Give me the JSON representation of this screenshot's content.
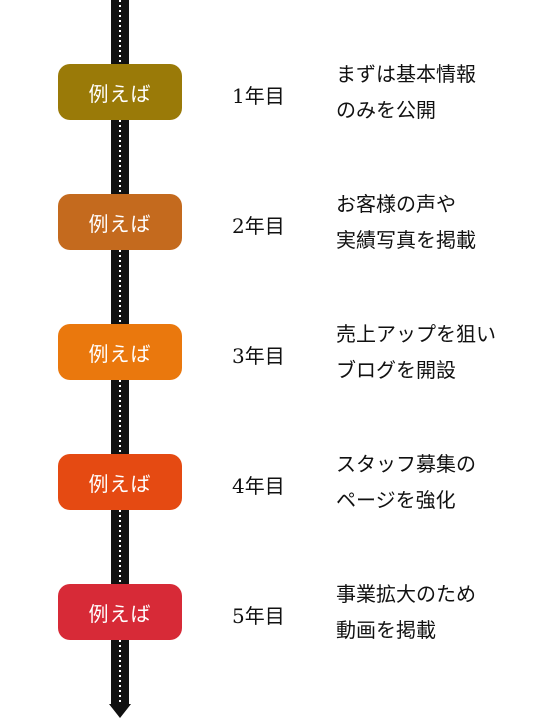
{
  "steps": [
    {
      "badge": "例えば",
      "year": "1年目",
      "line1": "まずは基本情報",
      "line2": "のみを公開",
      "color": "#9a7a08"
    },
    {
      "badge": "例えば",
      "year": "2年目",
      "line1": "お客様の声や",
      "line2": "実績写真を掲載",
      "color": "#c46a1e"
    },
    {
      "badge": "例えば",
      "year": "3年目",
      "line1": "売上アップを狙い",
      "line2": "ブログを開設",
      "color": "#ea780d"
    },
    {
      "badge": "例えば",
      "year": "4年目",
      "line1": "スタッフ募集の",
      "line2": "ページを強化",
      "color": "#e54a12"
    },
    {
      "badge": "例えば",
      "year": "5年目",
      "line1": "事業拡大のため",
      "line2": "動画を掲載",
      "color": "#d72a37"
    }
  ]
}
